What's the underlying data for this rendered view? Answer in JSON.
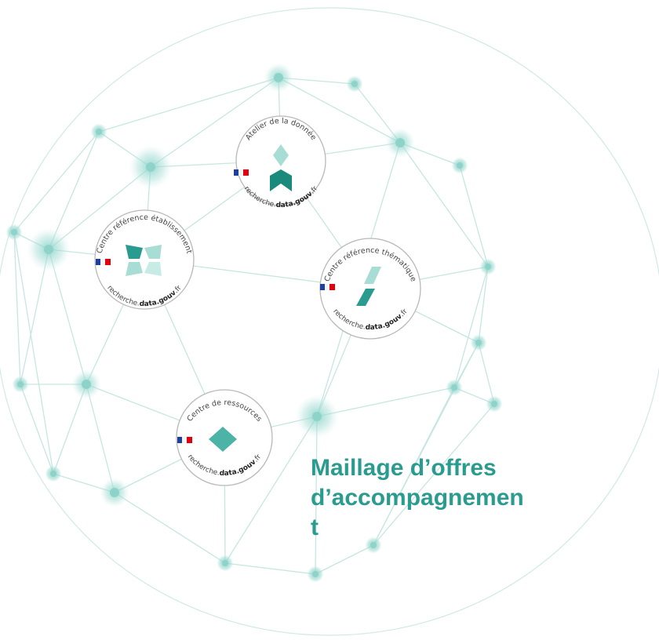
{
  "colors": {
    "teal": "#2a9c8f",
    "teal_dark": "#1a8a7c",
    "teal_light": "#a7ddd5",
    "line": "#c9e8e3",
    "badge_border": "#b8b8b8",
    "text_grey": "#444444",
    "flag_blue": "#1d3f9e",
    "flag_red": "#e1000f"
  },
  "caption": {
    "line1": "Maillage d’offres",
    "line2": "d’accompagnemen",
    "line3": "t"
  },
  "badges": [
    {
      "id": "atelier",
      "arc_text": "Atelier de la donnée",
      "domain_prefix": "recherche.",
      "domain_bold": "data.gouv",
      "domain_suffix": ".fr",
      "icon": "atelier-diamond-house-icon"
    },
    {
      "id": "etablissement",
      "arc_text": "Centre référence établissement",
      "domain_prefix": "recherche.",
      "domain_bold": "data.gouv",
      "domain_suffix": ".fr",
      "icon": "etablissement-pinwheel-icon"
    },
    {
      "id": "thematique",
      "arc_text": "Centre référence thématique",
      "domain_prefix": "recherche.",
      "domain_bold": "data.gouv",
      "domain_suffix": ".fr",
      "icon": "thematique-parallelogram-icon"
    },
    {
      "id": "ressources",
      "arc_text": "Centre de ressources",
      "domain_prefix": "recherche.",
      "domain_bold": "data.gouv",
      "domain_suffix": ".fr",
      "icon": "ressources-diamond-icon"
    }
  ]
}
